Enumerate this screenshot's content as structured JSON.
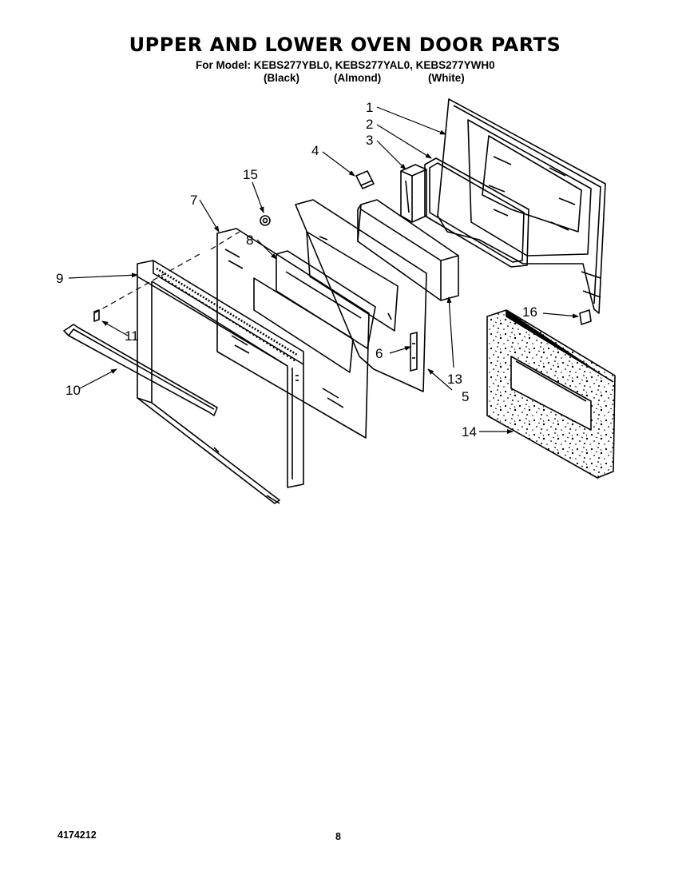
{
  "header": {
    "title": "UPPER AND LOWER OVEN DOOR PARTS",
    "model_line": "For Model: KEBS277YBL0, KEBS277YAL0, KEBS277YWH0",
    "colors": [
      "(Black)",
      "(Almond)",
      "(White)"
    ]
  },
  "callouts": [
    "1",
    "2",
    "3",
    "4",
    "5",
    "6",
    "7",
    "8",
    "9",
    "10",
    "11",
    "13",
    "14",
    "15",
    "16"
  ],
  "footer": {
    "doc_number": "4174212",
    "page_number": "8"
  }
}
